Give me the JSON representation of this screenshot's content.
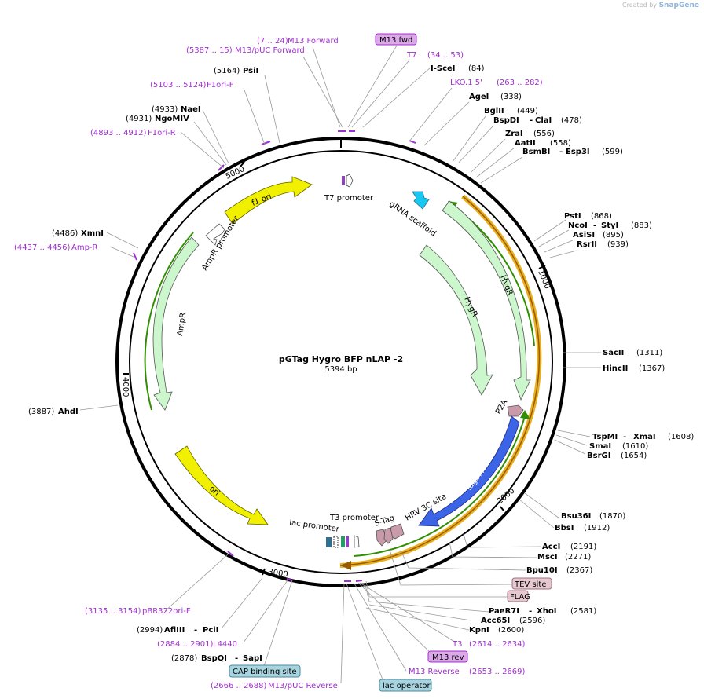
{
  "credit": {
    "prefix": "Created by",
    "brand": "SnapGene"
  },
  "plasmid": {
    "name": "pGTag Hygro BFP nLAP -2",
    "size": "5394 bp"
  },
  "ticks": [
    "1000",
    "2000",
    "3000",
    "4000",
    "5000"
  ],
  "features": [
    {
      "label": "f1 ori",
      "color": "#f0f000"
    },
    {
      "label": "AmpR promoter",
      "color": "#ffffff"
    },
    {
      "label": "AmpR",
      "color": "#ccf7cc"
    },
    {
      "label": "ori",
      "color": "#f0f000"
    },
    {
      "label": "HygR",
      "color": "#ccf7cc"
    },
    {
      "label": "HygR",
      "color": "#ccf7cc"
    },
    {
      "label": "gRNA scaffold",
      "color": "#18c8f0"
    },
    {
      "label": "T7 promoter",
      "color": "#ffffff"
    },
    {
      "label": "P2A",
      "color": "#c89aaa"
    },
    {
      "label": "TagBFP",
      "color": "#3c64e6"
    },
    {
      "label": "HRV 3C site",
      "color": "#c89aaa"
    },
    {
      "label": "S-Tag",
      "color": "#c89aaa"
    },
    {
      "label": "T3 promoter",
      "color": "#ffffff"
    },
    {
      "label": "lac promoter",
      "color": "#ffffff"
    }
  ],
  "sites": {
    "m13fwd_7": {
      "name": "M13 Forward",
      "pos": "(7 .. 24)"
    },
    "m13puc_5387": {
      "name": "M13/pUC Forward",
      "pos": "(5387 .. 15)"
    },
    "m13fwd_box": {
      "name": "M13 fwd"
    },
    "t7": {
      "name": "T7",
      "pos": "(34 .. 53)"
    },
    "scei": {
      "name": "I-SceI",
      "pos": "(84)"
    },
    "lko": {
      "name": "LKO.1 5'",
      "pos": "(263 .. 282)"
    },
    "agei": {
      "name": "AgeI",
      "pos": "(338)"
    },
    "bglii": {
      "name": "BglII",
      "pos": "(449)"
    },
    "bspdi": {
      "name": "BspDI",
      "name2": "ClaI",
      "pos": "(478)"
    },
    "zrai": {
      "name": "ZraI",
      "pos": "(556)"
    },
    "aatii": {
      "name": "AatII",
      "pos": "(558)"
    },
    "bsmbi": {
      "name": "BsmBI",
      "name2": "Esp3I",
      "pos": "(599)"
    },
    "psti": {
      "name": "PstI",
      "pos": "(868)"
    },
    "ncoi": {
      "name": "NcoI",
      "name2": "StyI",
      "pos": "(883)"
    },
    "asisi": {
      "name": "AsiSI",
      "pos": "(895)"
    },
    "rsrii": {
      "name": "RsrII",
      "pos": "(939)"
    },
    "sacii": {
      "name": "SacII",
      "pos": "(1311)"
    },
    "hincii": {
      "name": "HincII",
      "pos": "(1367)"
    },
    "tspmi": {
      "name": "TspMI",
      "name2": "XmaI",
      "pos": "(1608)"
    },
    "smai": {
      "name": "SmaI",
      "pos": "(1610)"
    },
    "bsrgi": {
      "name": "BsrGI",
      "pos": "(1654)"
    },
    "bsu36i": {
      "name": "Bsu36I",
      "pos": "(1870)"
    },
    "bbsi": {
      "name": "BbsI",
      "pos": "(1912)"
    },
    "acci": {
      "name": "AccI",
      "pos": "(2191)"
    },
    "msci": {
      "name": "MscI",
      "pos": "(2271)"
    },
    "bpu10i": {
      "name": "Bpu10I",
      "pos": "(2367)"
    },
    "tev": {
      "name": "TEV site"
    },
    "flag": {
      "name": "FLAG"
    },
    "paer7i": {
      "name": "PaeR7I",
      "name2": "XhoI",
      "pos": "(2581)"
    },
    "acc65i": {
      "name": "Acc65I",
      "pos": "(2596)"
    },
    "kpni": {
      "name": "KpnI",
      "pos": "(2600)"
    },
    "t3": {
      "name": "T3",
      "pos": "(2614 .. 2634)"
    },
    "m13rev_box": {
      "name": "M13 rev"
    },
    "m13rev": {
      "name": "M13 Reverse",
      "pos": "(2653 .. 2669)"
    },
    "lacop": {
      "name": "lac operator"
    },
    "m13puc_rev": {
      "name": "M13/pUC Reverse",
      "pos": "(2666 .. 2688)"
    },
    "cap": {
      "name": "CAP binding site"
    },
    "bspqi": {
      "name": "BspQI",
      "name2": "SapI",
      "pos": "(2878)"
    },
    "l4440": {
      "name": "L4440",
      "pos": "(2884 .. 2901)"
    },
    "afliii": {
      "name": "AflIII",
      "name2": "PciI",
      "pos": "(2994)"
    },
    "pbr322": {
      "name": "pBR322ori-F",
      "pos": "(3135 .. 3154)"
    },
    "ahdi": {
      "name": "AhdI",
      "pos": "(3887)"
    },
    "ampr_primer": {
      "name": "Amp-R",
      "pos": "(4437 .. 4456)"
    },
    "xmni": {
      "name": "XmnI",
      "pos": "(4486)"
    },
    "f1orir": {
      "name": "F1ori-R",
      "pos": "(4893 .. 4912)"
    },
    "ngomiv": {
      "name": "NgoMIV",
      "pos": "(4931)"
    },
    "naei": {
      "name": "NaeI",
      "pos": "(4933)"
    },
    "f1orif": {
      "name": "F1ori-F",
      "pos": "(5103 .. 5124)"
    },
    "psii": {
      "name": "PsiI",
      "pos": "(5164)"
    }
  },
  "colors": {
    "primer": "#a030d0",
    "enzyme": "#000000",
    "backbone": "#000000",
    "arrow_green": "#2f8f00",
    "arrow_orange": "#e0a000"
  }
}
